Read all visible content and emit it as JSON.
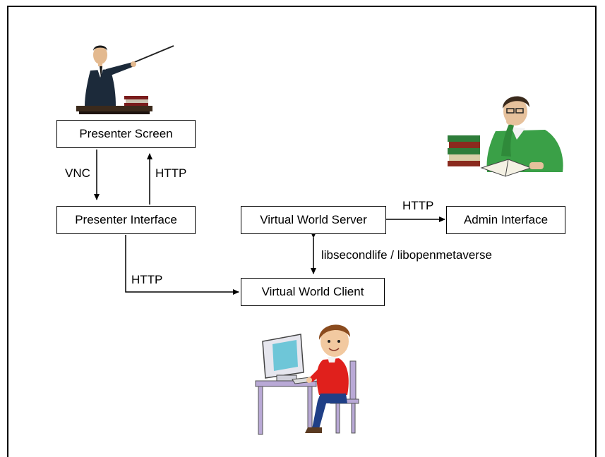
{
  "nodes": {
    "presenter_screen": "Presenter Screen",
    "presenter_interface": "Presenter Interface",
    "virtual_world_server": "Virtual World Server",
    "admin_interface": "Admin Interface",
    "virtual_world_client": "Virtual World Client"
  },
  "edges": {
    "vnc": "VNC",
    "http_up": "HTTP",
    "http_admin": "HTTP",
    "libsecondlife": "libsecondlife / libopenmetaverse",
    "http_client": "HTTP"
  },
  "icons": {
    "teacher": "teacher-illustration-icon",
    "reader": "reader-illustration-icon",
    "computer_user": "computer-user-illustration-icon"
  },
  "colors": {
    "line": "#000000",
    "reader_sweater": "#3aa047",
    "student_shirt": "#e0201c",
    "teacher_suit": "#1c2a3a"
  }
}
